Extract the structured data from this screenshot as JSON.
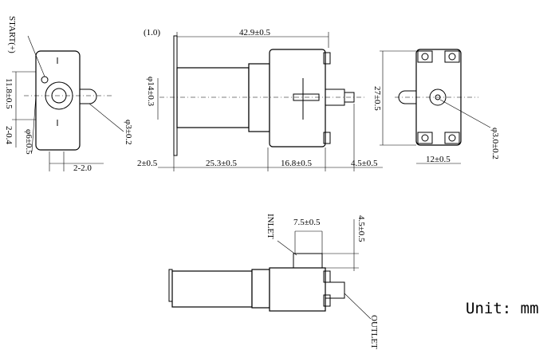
{
  "left_view": {
    "start_label": "START(+)",
    "dim_height": "11.8±0.5",
    "dim_offset": "2-0.4",
    "dim_boss": "φ6±0.5",
    "dim_shaft": "φ3±0.2",
    "dim_shaft_len": "2-2.0"
  },
  "center_view": {
    "dim_plate": "(1.0)",
    "dim_length": "42.9±0.5",
    "dim_diameter": "φ14±0.3",
    "dim_plate_gap": "2±0.5",
    "dim_motor": "25.3±0.5",
    "dim_head": "16.8±0.5",
    "dim_shaft": "4.5±0.5"
  },
  "right_view": {
    "dim_height": "27±0.5",
    "dim_width": "12±0.5",
    "dim_hole": "φ3.0±0.2"
  },
  "bottom_view": {
    "inlet_label": "INLET",
    "outlet_label": "OUTLET",
    "dim_inlet_width": "7.5±0.5",
    "dim_inlet_height": "4.5±0.5"
  },
  "unit_label": "Unit: mm"
}
